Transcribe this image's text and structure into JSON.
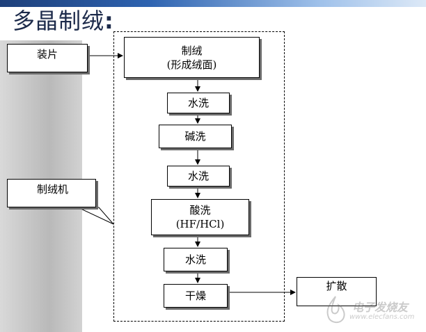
{
  "title": "多晶制绒",
  "title_colon": ":",
  "side_labels": {
    "zhuangpian": "装片",
    "zhirongji": "制绒机"
  },
  "steps": [
    {
      "line1": "制绒",
      "line2": "(形成绒面)"
    },
    {
      "line1": "水洗",
      "line2": ""
    },
    {
      "line1": "碱洗",
      "line2": ""
    },
    {
      "line1": "水洗",
      "line2": ""
    },
    {
      "line1": "酸洗",
      "line2": "(HF/HCl)"
    },
    {
      "line1": "水洗",
      "line2": ""
    },
    {
      "line1": "干燥",
      "line2": ""
    }
  ],
  "next_step": "扩散",
  "watermark": {
    "cn": "电子发烧友",
    "en": "www.elecfans.com"
  },
  "colors": {
    "title": "#1c2a4a",
    "top_band": "#2e63b0",
    "left_band": "#bcbcbc"
  }
}
